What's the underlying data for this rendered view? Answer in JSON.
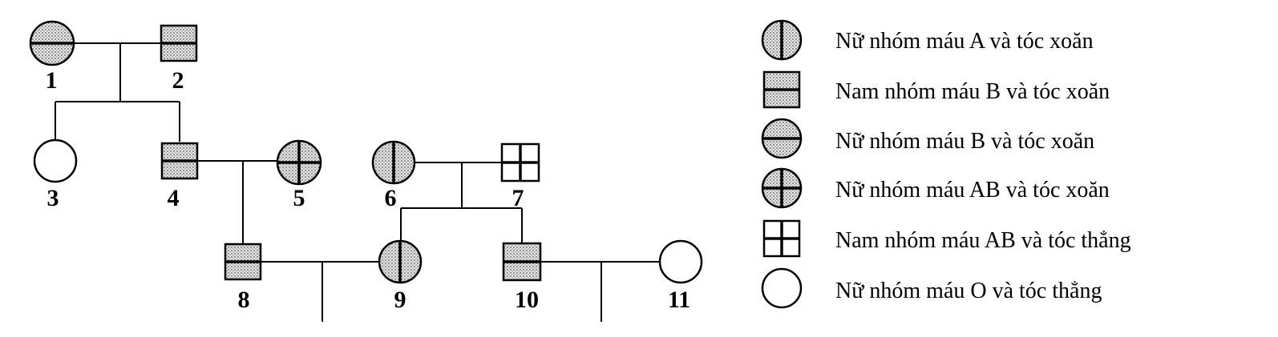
{
  "pedigree": {
    "individuals": [
      {
        "id": "1",
        "label": "1",
        "sex": "female",
        "phenotype": "B-curly"
      },
      {
        "id": "2",
        "label": "2",
        "sex": "male",
        "phenotype": "B-curly"
      },
      {
        "id": "3",
        "label": "3",
        "sex": "female",
        "phenotype": "O-straight"
      },
      {
        "id": "4",
        "label": "4",
        "sex": "male",
        "phenotype": "B-curly"
      },
      {
        "id": "5",
        "label": "5",
        "sex": "female",
        "phenotype": "AB-curly"
      },
      {
        "id": "6",
        "label": "6",
        "sex": "female",
        "phenotype": "A-curly"
      },
      {
        "id": "7",
        "label": "7",
        "sex": "male",
        "phenotype": "AB-straight"
      },
      {
        "id": "8",
        "label": "8",
        "sex": "male",
        "phenotype": "B-curly"
      },
      {
        "id": "9",
        "label": "9",
        "sex": "female",
        "phenotype": "A-curly"
      },
      {
        "id": "10",
        "label": "10",
        "sex": "male",
        "phenotype": "B-curly"
      },
      {
        "id": "11",
        "label": "11",
        "sex": "female",
        "phenotype": "O-straight"
      }
    ],
    "couples": [
      [
        "1",
        "2"
      ],
      [
        "4",
        "5"
      ],
      [
        "6",
        "7"
      ],
      [
        "8",
        "9"
      ],
      [
        "10",
        "11"
      ]
    ],
    "children": {
      "1-2": [
        "3",
        "4"
      ],
      "4-5": [
        "8"
      ],
      "6-7": [
        "9",
        "10"
      ]
    }
  },
  "legend": [
    {
      "symbol": "female-A-curly",
      "text": "Nữ nhóm máu A và tóc xoăn"
    },
    {
      "symbol": "male-B-curly",
      "text": "Nam nhóm máu B và tóc xoăn"
    },
    {
      "symbol": "female-B-curly",
      "text": "Nữ nhóm máu B và tóc xoăn"
    },
    {
      "symbol": "female-AB-curly",
      "text": "Nữ nhóm máu AB và tóc xoăn"
    },
    {
      "symbol": "male-AB-straight",
      "text": "Nam nhóm máu AB và tóc thẳng"
    },
    {
      "symbol": "female-O-straight",
      "text": "Nữ nhóm máu O và tóc thẳng"
    }
  ]
}
